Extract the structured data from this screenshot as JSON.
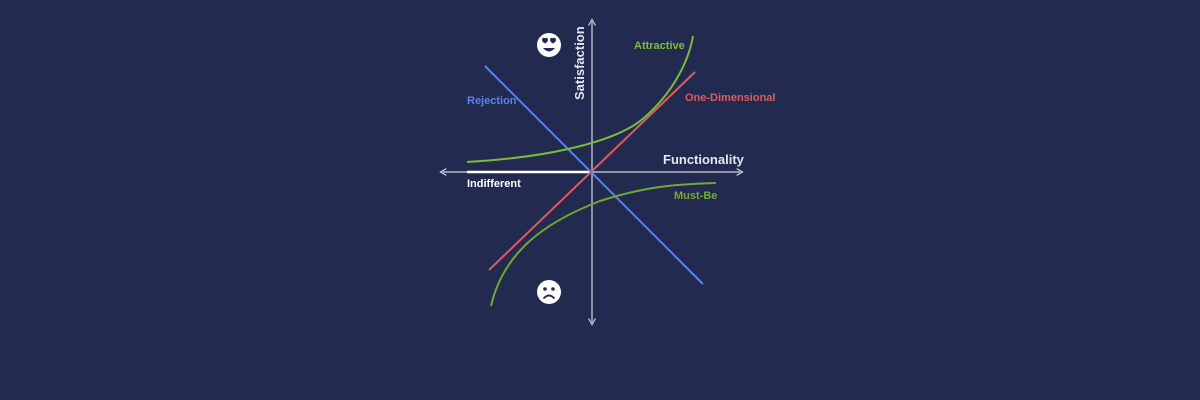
{
  "diagram": {
    "x_axis_label": "Functionality",
    "y_axis_label": "Satisfaction",
    "indifferent_label": "Indifferent",
    "curves": {
      "attractive": {
        "label": "Attractive",
        "color": "#7dbb3c"
      },
      "one_dimensional": {
        "label": "One-Dimensional",
        "color": "#e05a5f"
      },
      "rejection": {
        "label": "Rejection",
        "color": "#5a84e6"
      },
      "must_be": {
        "label": "Must-Be",
        "color": "#6faa2f"
      },
      "indifferent": {
        "color": "#ffffff"
      }
    },
    "icons": {
      "top": "happy-face-icon",
      "bottom": "sad-face-icon"
    },
    "colors": {
      "background": "#222b4f",
      "axis": "#d5d9e4",
      "text": "#e4e7ef"
    }
  }
}
